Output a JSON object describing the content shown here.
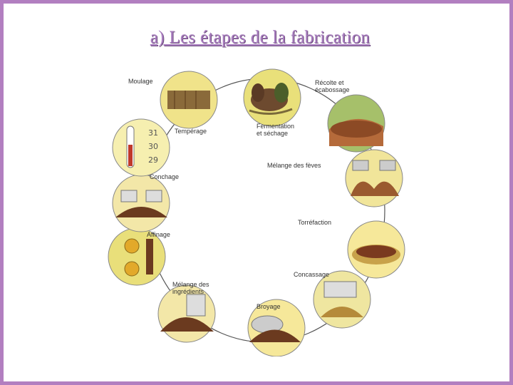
{
  "slide": {
    "title": "a) Les étapes de la fabrication"
  },
  "steps": [
    {
      "id": "recolte",
      "label": "Récolte et\nécabossage"
    },
    {
      "id": "fermentation",
      "label": "Fermentation\net séchage"
    },
    {
      "id": "melange_feves",
      "label": "Mélange des fèves"
    },
    {
      "id": "torrefaction",
      "label": "Torréfaction"
    },
    {
      "id": "concassage",
      "label": "Concassage"
    },
    {
      "id": "broyage",
      "label": "Broyage"
    },
    {
      "id": "melange_ingredients",
      "label": "Mélange des\ningrédients"
    },
    {
      "id": "affinage",
      "label": "Affinage"
    },
    {
      "id": "conchage",
      "label": "Conchage"
    },
    {
      "id": "temperage",
      "label": "Tempérage"
    },
    {
      "id": "moulage",
      "label": "Moulage"
    }
  ],
  "thermometer": {
    "ticks": [
      "31",
      "30",
      "29"
    ]
  },
  "colors": {
    "frame": "#b27fc0",
    "title": "#a97dc0",
    "chocolate": "#6b3a1f",
    "cream": "#f3e7a8",
    "ring": "#555555"
  }
}
